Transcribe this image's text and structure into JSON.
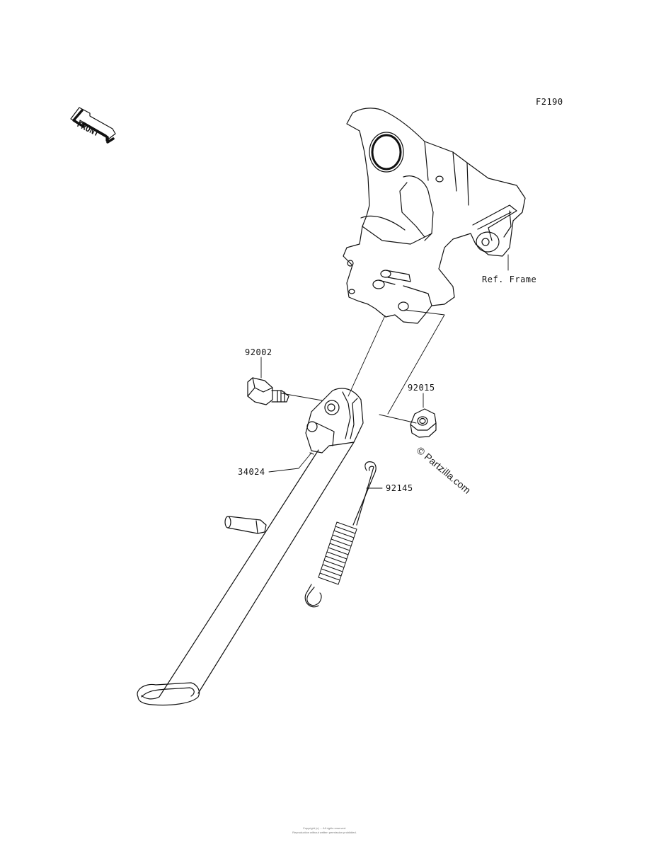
{
  "diagram": {
    "code": "F2190",
    "front_label": "FRONT",
    "ref_frame_label": "Ref. Frame",
    "parts": [
      {
        "number": "92002",
        "name": "bolt"
      },
      {
        "number": "92015",
        "name": "nut"
      },
      {
        "number": "34024",
        "name": "side-stand"
      },
      {
        "number": "92145",
        "name": "spring"
      }
    ],
    "watermark": "© Partzilla.com",
    "footer_line1": "Copyright (c) ... All rights reserved.",
    "footer_line2": "Reproduction without written permission prohibited."
  }
}
